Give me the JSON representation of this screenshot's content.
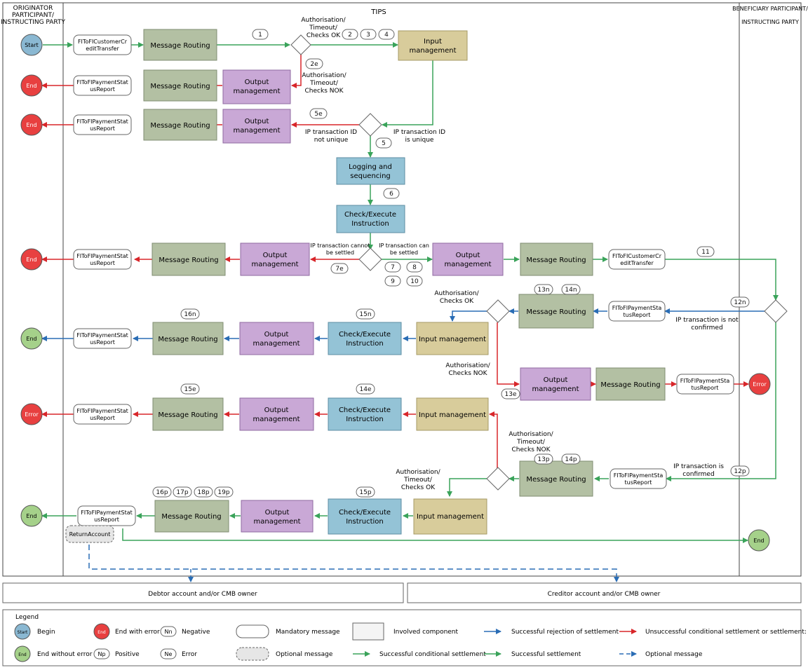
{
  "colors": {
    "routing_fill": "#b3c0a3",
    "routing_stroke": "#7f8c70",
    "output_fill": "#c9a8d6",
    "output_stroke": "#8f6aa0",
    "input_fill": "#d8cc9b",
    "input_stroke": "#a69a64",
    "blue_fill": "#94c3d6",
    "blue_stroke": "#5c8ea3",
    "start_fill": "#8ab8d2",
    "end_red": "#e84040",
    "end_green": "#a5d18a",
    "arrow_green": "#3aa35a",
    "arrow_red": "#d8262a",
    "arrow_blue": "#2a6db5",
    "arrow_dashed": "#2a6db5"
  },
  "lanes": {
    "left": "ORIGINATOR PARTICIPANT/ INSTRUCTING PARTY",
    "center": "TIPS",
    "right_line1": "BENEFICIARY PARTICIPANT/",
    "right_line2": "INSTRUCTING PARTY"
  },
  "labels": {
    "start": "Start",
    "end": "End",
    "error": "Error",
    "message_routing": "Message Routing",
    "output_management": "Output management",
    "input_management": "Input management",
    "input_management_2l": "Input management",
    "logging_sequencing": "Logging and sequencing",
    "check_execute": "Check/Execute Instruction",
    "msg_credit_transfer": "FIToFICustomerCreditTransfer",
    "msg_status_report": "FIToFIPaymentStatusReport",
    "msg_return_account": "ReturnAccount"
  },
  "conditions": {
    "auth_ok_1": "Authorisation/ Timeout/ Checks OK",
    "auth_nok_1": "Authorisation/ Timeout/ Checks NOK",
    "ip_not_unique": "IP transaction ID not unique",
    "ip_unique": "IP transaction ID is unique",
    "cannot_settle": "IP transaction cannot be settled",
    "can_settle": "IP transaction can be settled",
    "auth_ok_2": "Authorisation/ Checks OK",
    "auth_nok_2": "Authorisation/ Checks NOK",
    "not_confirmed": "IP transaction is not confirmed",
    "auth_nok_3": "Authorisation/ Timeout/ Checks NOK",
    "confirmed": "IP transaction is confirmed",
    "auth_ok_3": "Authorisation/ Timeout/ Checks OK"
  },
  "steps": {
    "s1": "1",
    "s2": "2",
    "s3": "3",
    "s4": "4",
    "s2e": "2e",
    "s5e": "5e",
    "s5": "5",
    "s6": "6",
    "s7e": "7e",
    "s7": "7",
    "s8": "8",
    "s9": "9",
    "s10": "10",
    "s11": "11",
    "s13n": "13n",
    "s14n": "14n",
    "s12n": "12n",
    "s16n": "16n",
    "s15n": "15n",
    "s13e": "13e",
    "s15e": "15e",
    "s14e": "14e",
    "s13p": "13p",
    "s14p": "14p",
    "s12p": "12p",
    "s15p": "15p",
    "s16p": "16p",
    "s17p": "17p",
    "s18p": "18p",
    "s19p": "19p"
  },
  "accounts": {
    "debtor": "Debtor account and/or CMB owner",
    "creditor": "Creditor account and/or CMB owner"
  },
  "legend": {
    "title": "Legend",
    "begin": "Begin",
    "begin_icon": "Start",
    "end_error": "End with error",
    "end_error_icon": "End",
    "end_ok": "End without error",
    "end_ok_icon": "End",
    "negative_icon": "Nn",
    "negative": "Negative",
    "positive_icon": "Np",
    "positive": "Positive",
    "error_icon": "Ne",
    "error": "Error",
    "mandatory": "Mandatory message",
    "optional": "Optional message",
    "involved": "Involved component",
    "succ_cond": "Successful conditional settlement",
    "succ_rej": "Successful rejection of settlement",
    "succ_settle": "Successful settlement",
    "unsucc": "Unsuccessful conditional settlement or settlement: ERROR",
    "optional_msg": "Optional message"
  }
}
